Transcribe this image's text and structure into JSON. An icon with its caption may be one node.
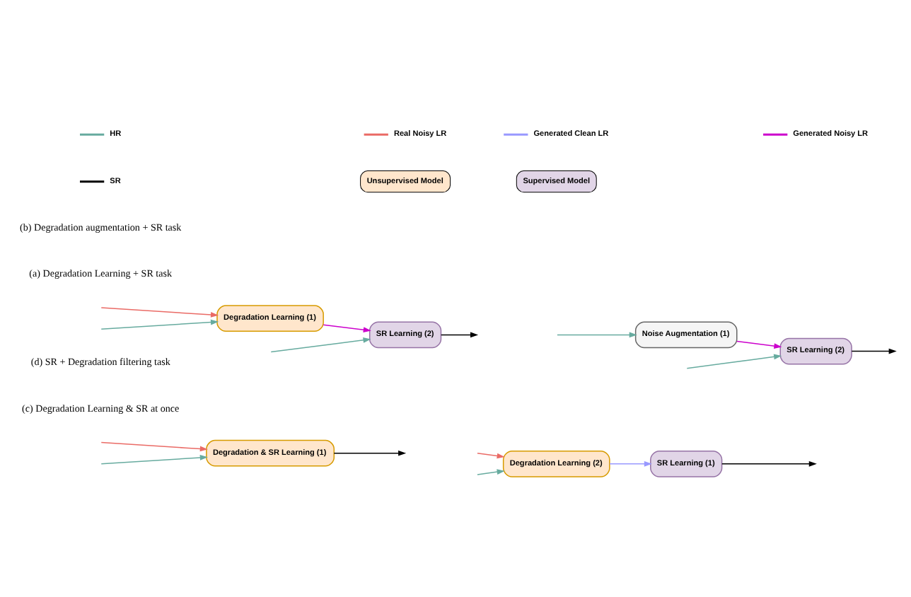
{
  "diagram": {
    "nodes": [
      {
        "text": [
          "Degradation Learning (1)"
        ]
      },
      {
        "text": [
          "SR Learning (2)"
        ]
      },
      {
        "text": [
          "Noise Augmentation (1)"
        ]
      },
      {
        "text": [
          "SR Learning (2)"
        ]
      },
      {
        "text": [
          "Degradation & SR Learning (1)"
        ]
      },
      {
        "text": [
          "Degradation Learning (2)"
        ]
      },
      {
        "text": [
          "SR Learning (1)"
        ]
      }
    ],
    "edges": [
      {
        "from": null,
        "to": 0,
        "arrow": "to",
        "color": "#ea6b66"
      },
      {
        "from": null,
        "to": 0,
        "arrow": "to",
        "color": "#67ab9f"
      },
      {
        "from": null,
        "to": 1,
        "arrow": "to",
        "color": "#67ab9f"
      },
      {
        "from": 0,
        "to": 1,
        "arrow": "to",
        "color": "#cc00cc"
      },
      {
        "from": 1,
        "to": null,
        "arrow": "to",
        "color": "#000000"
      },
      {
        "from": null,
        "to": 2,
        "arrow": "to",
        "color": "#67ab9f"
      },
      {
        "from": null,
        "to": 3,
        "arrow": "to",
        "color": "#67ab9f"
      },
      {
        "from": 2,
        "to": 3,
        "arrow": "to",
        "color": "#cc00cc"
      },
      {
        "from": 3,
        "to": null,
        "arrow": "to",
        "color": "#000000"
      },
      {
        "from": null,
        "to": 4,
        "arrow": "to",
        "color": "#ea6b66"
      },
      {
        "from": null,
        "to": 4,
        "arrow": "to",
        "color": "#67ab9f"
      },
      {
        "from": 4,
        "to": null,
        "arrow": "to",
        "color": "#000000"
      },
      {
        "from": null,
        "to": 5,
        "arrow": "to",
        "color": "#ea6b66"
      },
      {
        "from": null,
        "to": 5,
        "arrow": "to",
        "color": "#67ab9f"
      },
      {
        "from": 5,
        "to": 6,
        "arrow": "to",
        "color": "#9999ff"
      },
      {
        "from": 6,
        "to": null,
        "arrow": "to",
        "color": "#000000"
      }
    ],
    "labels": [
      "(a) Degradation Learning + SR task",
      "(b) Degradation augmentation + SR task",
      "(c) Degradation Learning & SR at once",
      "(d) SR + Degradation filtering task"
    ],
    "legend": [
      {
        "text": "HR",
        "color": "#67ab9f"
      },
      {
        "text": "Real Noisy LR",
        "color": "#ea6b66"
      },
      {
        "text": "Generated Clean LR",
        "color": "#9999ff"
      },
      {
        "text": "Generated Noisy LR",
        "color": "#cc00cc"
      },
      {
        "text": "SR",
        "color": "#000000"
      },
      {
        "text": "Unsupervised Model",
        "color": "#ffe6cc"
      },
      {
        "text": "Supervised Model",
        "color": "#e1d5e7"
      }
    ]
  }
}
